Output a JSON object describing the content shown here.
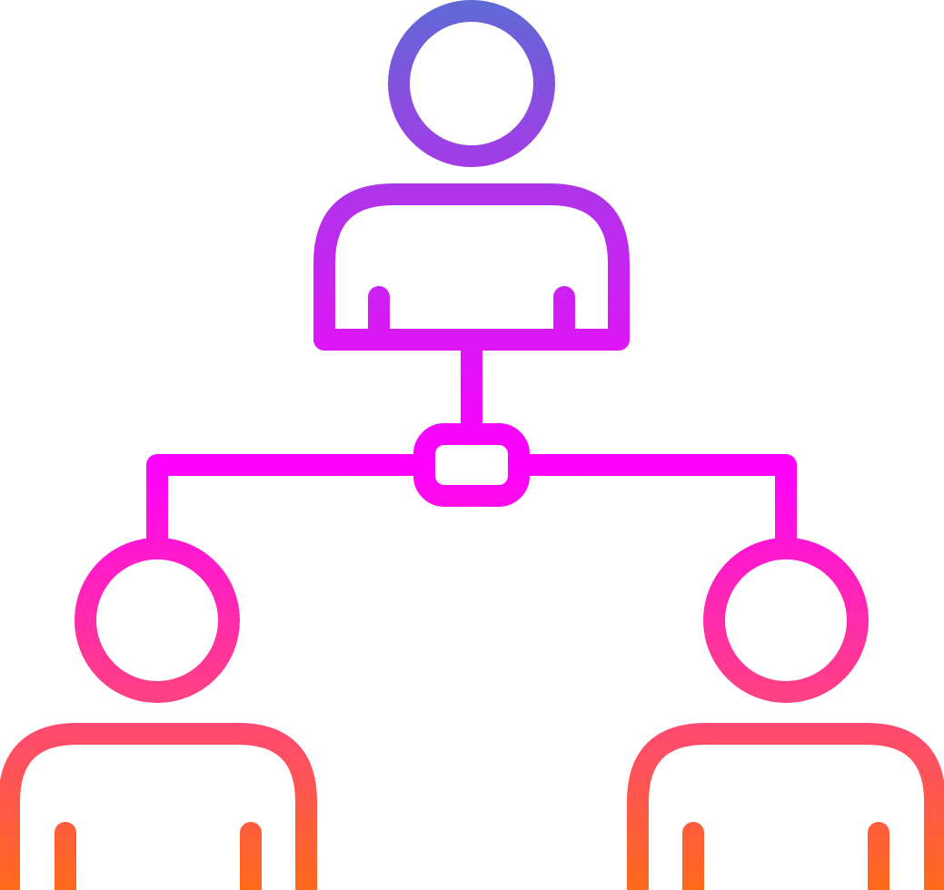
{
  "icon": {
    "name": "organization-hierarchy-icon",
    "style": "gradient-outline",
    "gradient": {
      "direction": "top-to-bottom",
      "stops": [
        {
          "offset": 0.0,
          "color": "#5f6ad6"
        },
        {
          "offset": 0.22,
          "color": "#b033ea"
        },
        {
          "offset": 0.52,
          "color": "#ff00ff"
        },
        {
          "offset": 0.82,
          "color": "#ff4a70"
        },
        {
          "offset": 1.0,
          "color": "#ff6a1a"
        }
      ]
    },
    "background": "#ffffff",
    "people": [
      {
        "role": "top",
        "icon": "person-icon"
      },
      {
        "role": "bottom-left",
        "icon": "person-icon"
      },
      {
        "role": "bottom-right",
        "icon": "person-icon"
      }
    ],
    "connector": {
      "icon": "connector-node-icon"
    }
  }
}
